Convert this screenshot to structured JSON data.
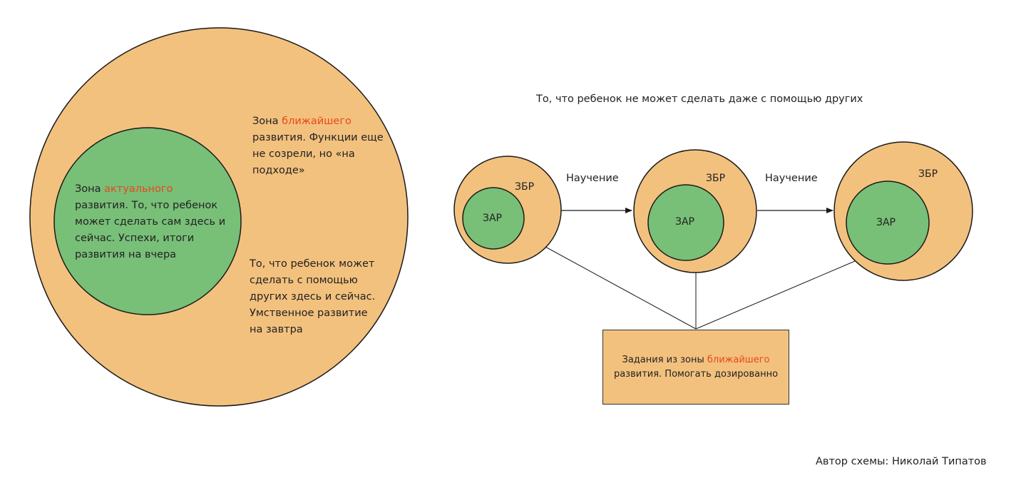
{
  "colors": {
    "outer_zone": "#f3c17e",
    "inner_zone": "#78bf78",
    "accent_text": "#e8471e",
    "stroke": "#1a1a1a"
  },
  "left": {
    "proximal": {
      "prefix": "Зона ",
      "accent": "ближайшего",
      "rest": " развития. Функции еще не созрели, но «на подходе»"
    },
    "actual": {
      "prefix": "Зона ",
      "accent": "актуального",
      "rest": " развития. То, что ребенок может сделать сам здесь и сейчас. Успехи, итоги развития на вчера"
    },
    "with_help": "То, что ребенок может сделать с помощью других здесь и сейчас. Умственное развитие на завтра"
  },
  "right": {
    "title": "То, что ребенок не может сделать даже с помощью других",
    "stages": [
      {
        "outer_label": "ЗБР",
        "inner_label": "ЗАР"
      },
      {
        "outer_label": "ЗБР",
        "inner_label": "ЗАР"
      },
      {
        "outer_label": "ЗБР",
        "inner_label": "ЗАР"
      }
    ],
    "arrows": [
      "Научение",
      "Научение"
    ],
    "task": {
      "prefix": "Задания из зоны ",
      "accent": "ближайшего",
      "rest": " развития. Помогать дозированно"
    }
  },
  "author": "Автор схемы: Николай Типатов"
}
